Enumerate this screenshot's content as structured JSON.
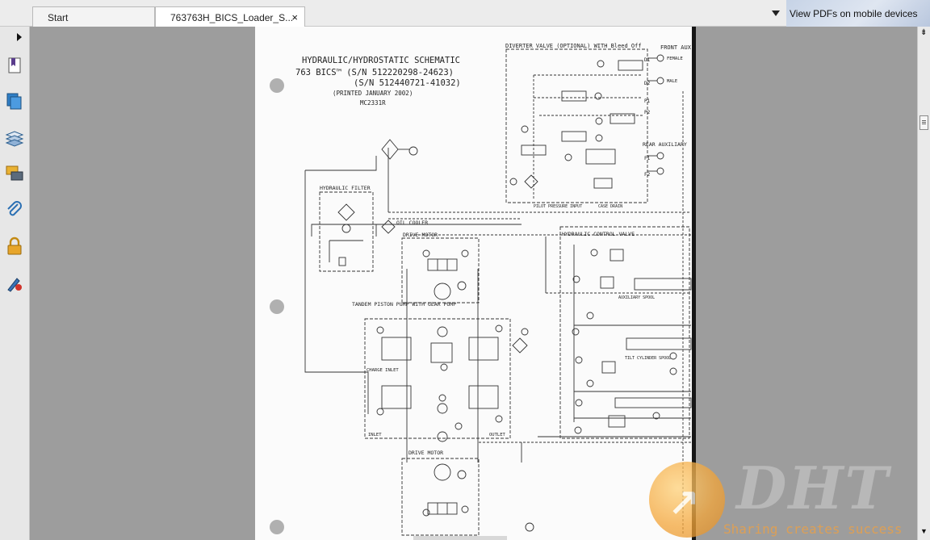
{
  "tabs": {
    "start_label": "Start",
    "document_label": "763763H_BICS_Loader_S...",
    "close_glyph": "×"
  },
  "promo": {
    "label": "View PDFs on mobile devices"
  },
  "toolbar": {
    "icons": [
      "bookmarks-icon",
      "pages-icon",
      "layers-icon",
      "comments-icon",
      "attachments-icon",
      "security-icon",
      "signatures-icon"
    ]
  },
  "document": {
    "title_lines": [
      "HYDRAULIC/HYDROSTATIC SCHEMATIC",
      "763 BICS™  (S/N 512220298-24623)",
      "(S/N 512440721-41032)",
      "(PRINTED JANUARY 2002)",
      "MC2331R"
    ],
    "labels": {
      "diverter": "DIVERTER VALVE (OPTIONAL) WITH Bleed Off",
      "front_aux": "FRONT AUX",
      "female": "FEMALE",
      "male": "MALE",
      "d1": "D1",
      "d2": "D2",
      "p1": "P1",
      "p2": "P2",
      "f1": "F1",
      "f2": "F2",
      "rear_aux": "REAR AUXILIARY",
      "pilot": "PILOT PRESSURE INPUT",
      "case_drain": "CASE DRAIN",
      "hyd_filter": "HYDRAULIC FILTER",
      "oil_cooler": "OIL COOLER",
      "drive_motor": "DRIVE MOTOR",
      "tandem": "TANDEM PISTON PUMP WITH GEAR PUMP",
      "charge_inlet": "CHARGE INLET",
      "inlet": "INLET",
      "outlet": "OUTLET",
      "control_valve": "HYDRAULIC CONTROL VALVE",
      "aux_spool": "AUXILIARY SPOOL",
      "tilt_spool": "TILT CYLINDER SPOOL"
    }
  },
  "watermark": {
    "logo": "DHT",
    "slogan": "Sharing creates success"
  }
}
